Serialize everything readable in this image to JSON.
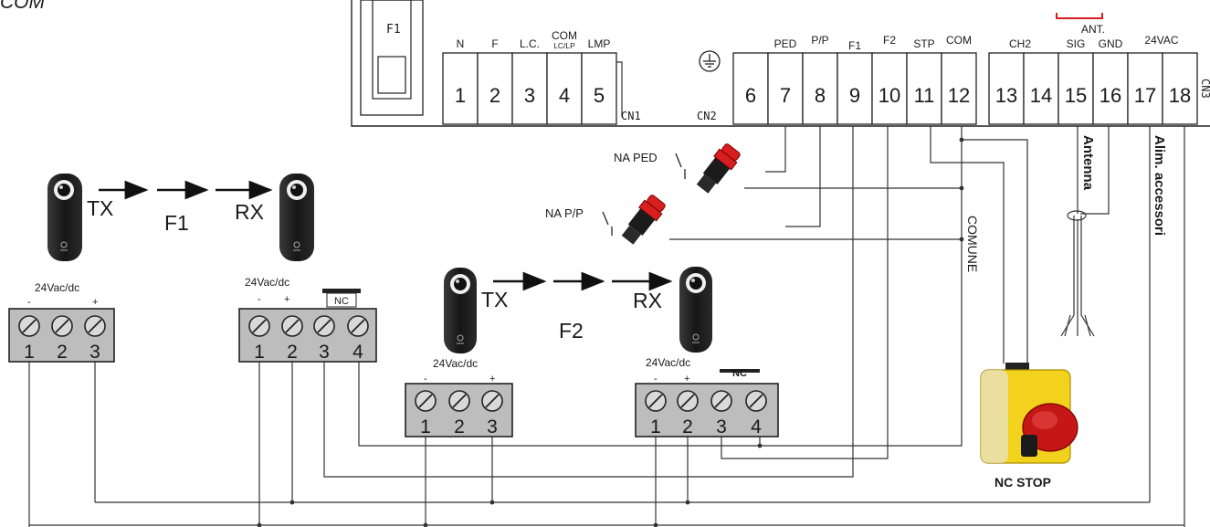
{
  "header": {
    "fragment_text": "COM"
  },
  "board": {
    "fuse_label": "F1",
    "cn1_label": "CN1",
    "cn2_label": "CN2",
    "cn3_label": "CN3",
    "ground_symbol": "ground-icon",
    "terminals": [
      {
        "num": "1",
        "top": "N"
      },
      {
        "num": "2",
        "top": "F"
      },
      {
        "num": "3",
        "top": "L.C."
      },
      {
        "num": "4",
        "top": "COM",
        "sub": "LC/LP"
      },
      {
        "num": "5",
        "top": "LMP"
      },
      {
        "num": "6",
        "top": ""
      },
      {
        "num": "7",
        "top": "PED"
      },
      {
        "num": "8",
        "top": "P/P"
      },
      {
        "num": "9",
        "top": "F1"
      },
      {
        "num": "10",
        "top": "F2"
      },
      {
        "num": "11",
        "top": "STP"
      },
      {
        "num": "12",
        "top": "COM"
      },
      {
        "num": "13",
        "top": "CH2"
      },
      {
        "num": "14",
        "top": ""
      },
      {
        "num": "15",
        "top": "SIG"
      },
      {
        "num": "16",
        "top": "GND"
      },
      {
        "num": "17",
        "top": "24VAC"
      },
      {
        "num": "18",
        "top": ""
      }
    ],
    "ant_label": "ANT."
  },
  "labels": {
    "antenna": "Antenna",
    "accessories": "Alim. accessori",
    "comune": "COMUNE",
    "na_ped": "NA PED",
    "na_pp": "NA P/P",
    "nc_stop": "NC STOP"
  },
  "photocells": {
    "f1": {
      "tx": "TX",
      "rx": "RX",
      "name": "F1"
    },
    "f2": {
      "tx": "TX",
      "rx": "RX",
      "name": "F2"
    }
  },
  "terminal_blocks": {
    "f1_tx": {
      "supply": "24Vac/dc",
      "minus": "-",
      "plus": "+",
      "numbers": [
        "1",
        "2",
        "3"
      ]
    },
    "f1_rx": {
      "supply": "24Vac/dc",
      "minus": "-",
      "plus": "+",
      "nc": "NC",
      "numbers": [
        "1",
        "2",
        "3",
        "4"
      ]
    },
    "f2_tx": {
      "supply": "24Vac/dc",
      "minus": "-",
      "plus": "+",
      "numbers": [
        "1",
        "2",
        "3"
      ]
    },
    "f2_rx": {
      "supply": "24Vac/dc",
      "minus": "-",
      "plus": "+",
      "nc": "NC",
      "numbers": [
        "1",
        "2",
        "3",
        "4"
      ]
    }
  },
  "colors": {
    "button_red": "#d81e1e",
    "stop_yellow": "#f2d21c",
    "terminal_grey": "#bdbdbd",
    "device_black": "#1b1b1b"
  }
}
